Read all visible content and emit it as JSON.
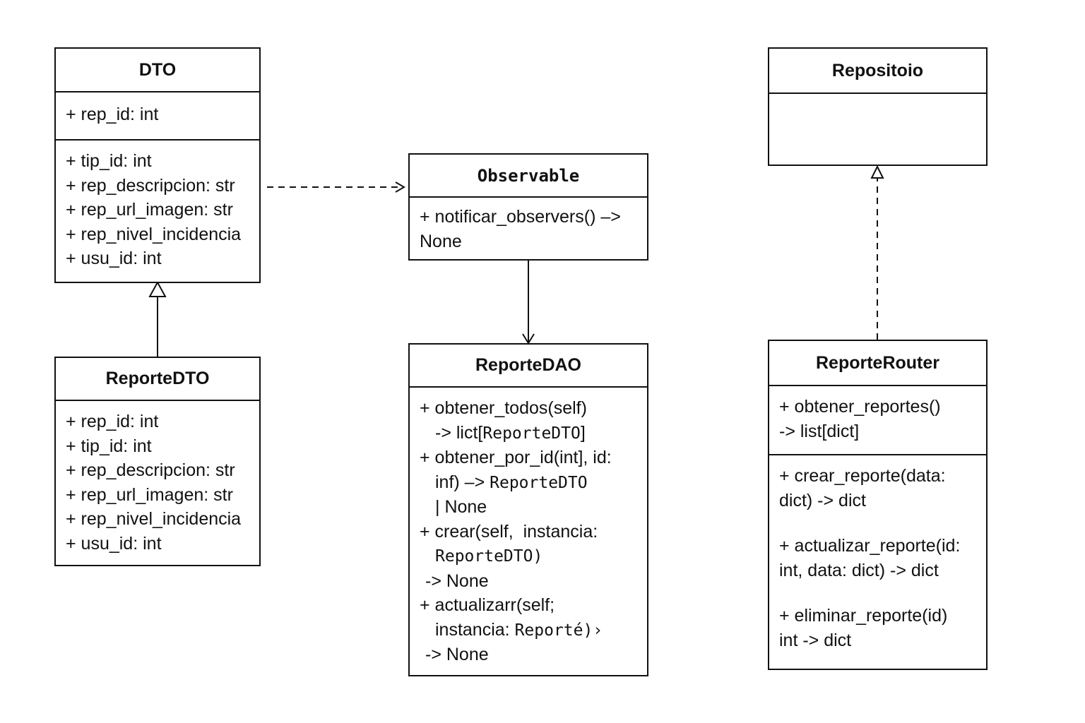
{
  "classes": {
    "dto": {
      "name": "DTO",
      "section1": [
        "+ rep_id: int"
      ],
      "section2": [
        "+ tip_id: int",
        "+ rep_descripcion: str",
        "+ rep_url_imagen: str",
        "+ rep_nivel_incidencia",
        "+ usu_id: int"
      ]
    },
    "reporte_dto": {
      "name": "ReporteDTO",
      "attributes": [
        "+ rep_id: int",
        "+ tip_id: int",
        "+ rep_descripcion: str",
        "+ rep_url_imagen: str",
        "+ rep_nivel_incidencia",
        "+ usu_id: int"
      ]
    },
    "observable": {
      "name": "Observable",
      "methods": [
        "+ notificar_observers() –>",
        "None"
      ]
    },
    "reporte_dao": {
      "name": "ReporteDAO",
      "methods": {
        "l1": "+ obtener_todos(self)",
        "l2a": "-> lict[",
        "l2b": "ReporteDTO",
        "l2c": "]",
        "l3": "+ obtener_por_id(int], id:",
        "l4a": "inf) –> ",
        "l4b": "ReporteDTO",
        "l5": "| None",
        "l6": "+ crear(self,  instancia:",
        "l7": "ReporteDTO)",
        "l8": "-> None",
        "l9": "+ actualizarr(self;",
        "l10a": "instancia: ",
        "l10b": "Reporté)›",
        "l11": "-> None"
      }
    },
    "repositorio": {
      "name": "Repositoio"
    },
    "reporte_router": {
      "name": "ReporteRouter",
      "section1": [
        "+ obtener_reportes()",
        "-> list[dict]"
      ],
      "section2": [
        [
          "+ crear_reporte(data:",
          "dict) -> dict"
        ],
        [
          "+ actualizar_reporte(id:",
          "int, data: dict) -> dict"
        ],
        [
          "+ eliminar_reporte(id)",
          "int -> dict"
        ]
      ]
    }
  }
}
